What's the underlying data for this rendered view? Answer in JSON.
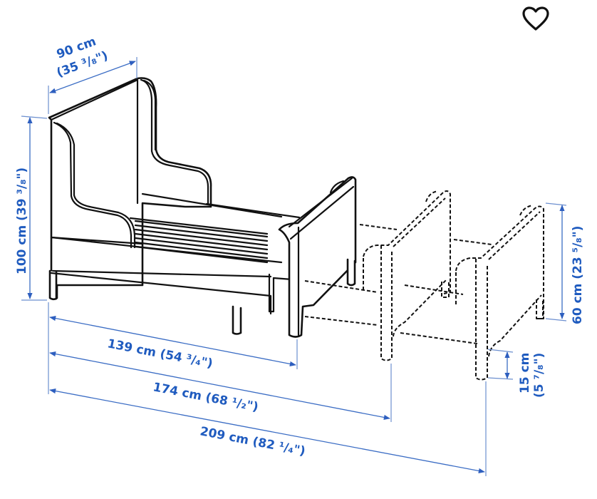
{
  "favorite": {
    "icon": "heart-outline-icon",
    "label": ""
  },
  "diagram": {
    "subject": "extendable children's bed",
    "accent_color": "#1f5bbf",
    "dimensions": {
      "width": {
        "metric": "90 cm",
        "imperial": "(35 ³/₈\")"
      },
      "height": {
        "label": "100 cm (39 ³/₈\")"
      },
      "footboard_height": {
        "label": "60 cm (23 ⁵/₈\")"
      },
      "leg_height": {
        "metric": "15 cm",
        "imperial": "(5 ⁷/₈\")"
      },
      "length_min": {
        "label": "139 cm (54 ³/₄\")"
      },
      "length_mid": {
        "label": "174 cm (68 ¹/₂\")"
      },
      "length_max": {
        "label": "209 cm (82 ¹/₄\")"
      }
    }
  }
}
